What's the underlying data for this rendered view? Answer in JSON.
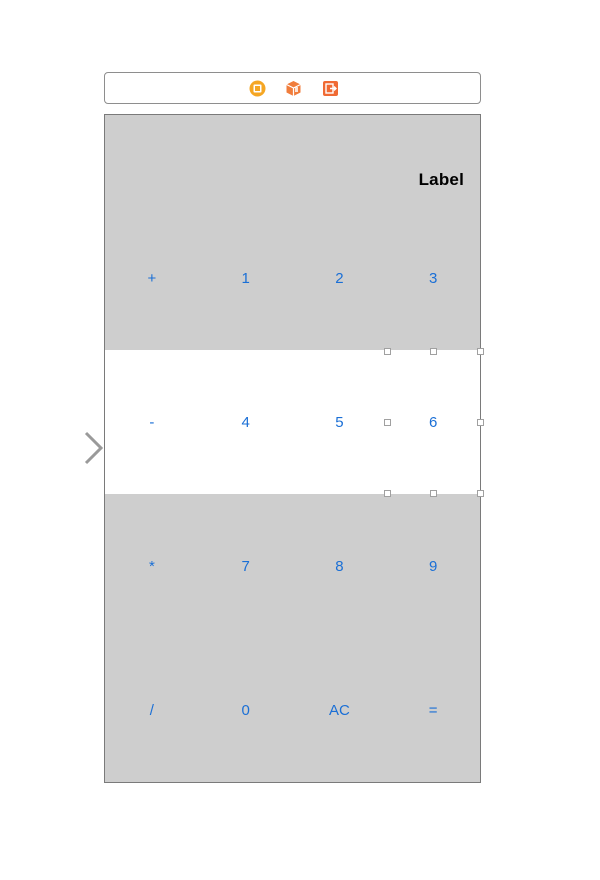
{
  "dock": {
    "icons": [
      {
        "name": "view-controller-icon",
        "color": "#f5a623"
      },
      {
        "name": "first-responder-icon",
        "color": "#f07d3c"
      },
      {
        "name": "exit-icon",
        "color": "#f06a34"
      }
    ]
  },
  "scene": {
    "result_label": "Label",
    "background_color": "#cecece",
    "selected_row_color": "#ffffff",
    "button_color": "#1a6fd6",
    "rows": [
      {
        "buttons": [
          "+",
          "1",
          "2",
          "3"
        ],
        "selected": false
      },
      {
        "buttons": [
          "-",
          "4",
          "5",
          "6"
        ],
        "selected": true
      },
      {
        "buttons": [
          "*",
          "7",
          "8",
          "9"
        ],
        "selected": false
      },
      {
        "buttons": [
          "/",
          "0",
          "AC",
          "="
        ],
        "selected": false
      }
    ]
  },
  "entry_point": {
    "icon": "entry-arrow-icon"
  }
}
